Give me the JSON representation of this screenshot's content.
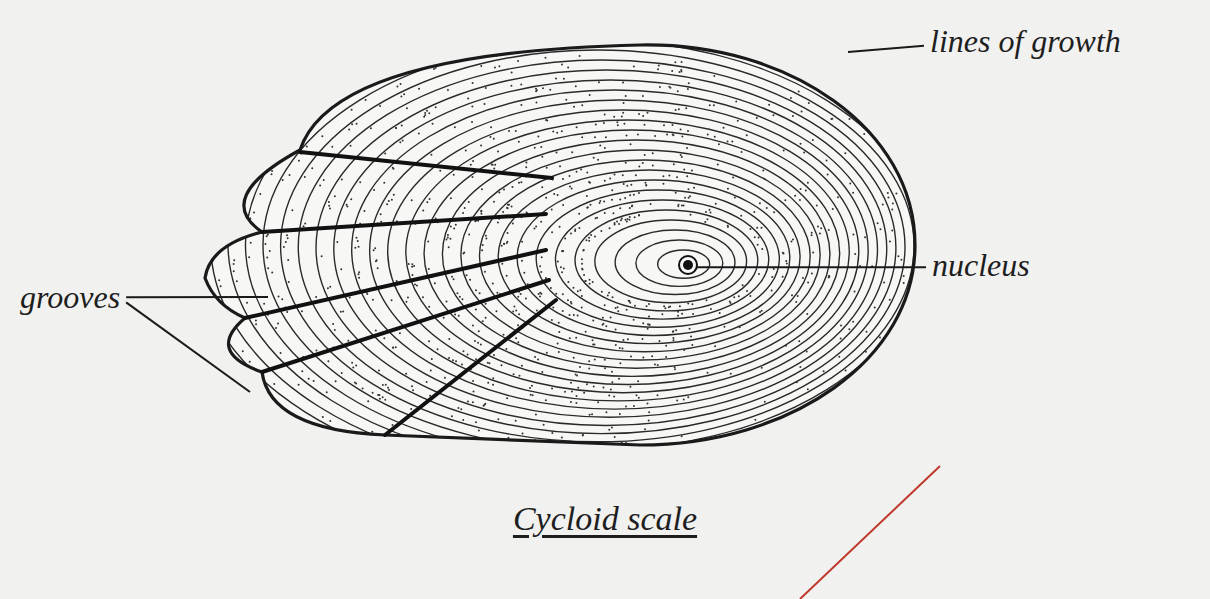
{
  "diagram": {
    "caption": "Cycloid scale",
    "labels": [
      "lines of growth",
      "nucleus",
      "grooves"
    ]
  }
}
